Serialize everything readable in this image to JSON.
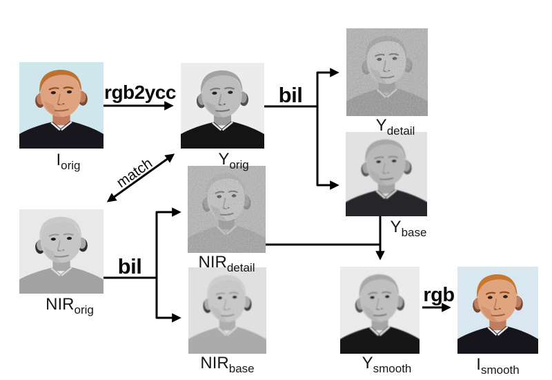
{
  "figure_type": "image-fusion-pipeline-diagram",
  "nodes": [
    {
      "id": "i-orig",
      "label_base": "I",
      "label_sub": "orig",
      "mode": "photo",
      "palette": {
        "bg": "#cfe6ec",
        "skin": "#e0a380",
        "skin2": "#c07e5e",
        "hair": "#bd7130",
        "brow": "#8a4f1f",
        "eye": "#2b211c",
        "nostril": "#8a5a40",
        "mouth": "#9c6248",
        "shirt": "#17171d",
        "collar": "#e8e8e8",
        "earsh": "#7a4a33"
      }
    },
    {
      "id": "y-orig",
      "label_base": "Y",
      "label_sub": "orig",
      "mode": "photo",
      "palette": {
        "bg": "#ececec",
        "skin": "#bdbdbd",
        "skin2": "#9c9c9c",
        "hair": "#a3a3a3",
        "brow": "#7a7a7a",
        "eye": "#242424",
        "nostril": "#6f6f6f",
        "mouth": "#6f6f6f",
        "shirt": "#141414",
        "collar": "#e0e0e0",
        "earsh": "#4f4f4f"
      }
    },
    {
      "id": "y-detail",
      "label_base": "Y",
      "label_sub": "detail",
      "mode": "detail",
      "palette": {
        "bg": "#b1b1b1",
        "skin": "#c3c3c3",
        "skin2": "#989898",
        "hair": "#9f9f9f",
        "brow": "#6f6f6f",
        "eye": "#4b4b4b",
        "nostril": "#777777",
        "mouth": "#707070",
        "shirt": "#939393",
        "collar": "#c9c9c9",
        "earsh": "#8a8a8a"
      }
    },
    {
      "id": "y-base",
      "label_base": "Y",
      "label_sub": "base",
      "mode": "smooth",
      "palette": {
        "bg": "#e2e2e2",
        "skin": "#b9b9b9",
        "skin2": "#a3a3a3",
        "hair": "#a8a8a8",
        "brow": "#8a8a8a",
        "eye": "#2e2e2e",
        "nostril": "#8a8a8a",
        "mouth": "#7d7d7d",
        "shirt": "#26262b",
        "collar": "#d5d5d5",
        "earsh": "#5a5a5a"
      }
    },
    {
      "id": "nir-orig",
      "label_base": "NIR",
      "label_sub": "orig",
      "mode": "photo",
      "palette": {
        "bg": "#e9e9e9",
        "skin": "#c6c6c6",
        "skin2": "#a9a9a9",
        "hair": "#cacaca",
        "brow": "#9a9a9a",
        "eye": "#1c1c1c",
        "nostril": "#8f8f8f",
        "mouth": "#8a8a8a",
        "shirt": "#a2a2a2",
        "collar": "#dadada",
        "earsh": "#2e2e2e"
      }
    },
    {
      "id": "nir-detail",
      "label_base": "NIR",
      "label_sub": "detail",
      "mode": "detail",
      "palette": {
        "bg": "#b4b4b4",
        "skin": "#c2c2c2",
        "skin2": "#979797",
        "hair": "#acacac",
        "brow": "#6e6e6e",
        "eye": "#474747",
        "nostril": "#787878",
        "mouth": "#6e6e6e",
        "shirt": "#a0a0a0",
        "collar": "#c6c6c6",
        "earsh": "#808080"
      }
    },
    {
      "id": "nir-base",
      "label_base": "NIR",
      "label_sub": "base",
      "mode": "smooth",
      "palette": {
        "bg": "#e0e0e0",
        "skin": "#c8c8c8",
        "skin2": "#aeaeae",
        "hair": "#cdcdcd",
        "brow": "#a0a0a0",
        "eye": "#2a2a2a",
        "nostril": "#9a9a9a",
        "mouth": "#909090",
        "shirt": "#ababab",
        "collar": "#d8d8d8",
        "earsh": "#3c3c3c"
      }
    },
    {
      "id": "y-smooth",
      "label_base": "Y",
      "label_sub": "smooth",
      "mode": "smooth",
      "palette": {
        "bg": "#ebebeb",
        "skin": "#bfbfbf",
        "skin2": "#a5a5a5",
        "hair": "#a8a8a8",
        "brow": "#858585",
        "eye": "#262626",
        "nostril": "#7d7d7d",
        "mouth": "#757575",
        "shirt": "#151515",
        "collar": "#e0e0e0",
        "earsh": "#515151"
      }
    },
    {
      "id": "i-smooth",
      "label_base": "I",
      "label_sub": "smooth",
      "mode": "photo",
      "palette": {
        "bg": "#d9e7f0",
        "skin": "#e0a47f",
        "skin2": "#c07e5e",
        "hair": "#c8772f",
        "brow": "#8a4f1f",
        "eye": "#2b211c",
        "nostril": "#8a5a40",
        "mouth": "#9c6248",
        "shirt": "#15151b",
        "collar": "#e8e8e8",
        "earsh": "#7a4a33"
      }
    }
  ],
  "edges": {
    "rgb2ycc": {
      "label": "rgb2ycc"
    },
    "bil_top": {
      "label": "bil"
    },
    "bil_bottom": {
      "label": "bil"
    },
    "match": {
      "label": "match"
    },
    "rgb": {
      "label": "rgb"
    }
  },
  "colors": {
    "arrow": "#000000",
    "background": "#ffffff",
    "label": "#161616"
  }
}
